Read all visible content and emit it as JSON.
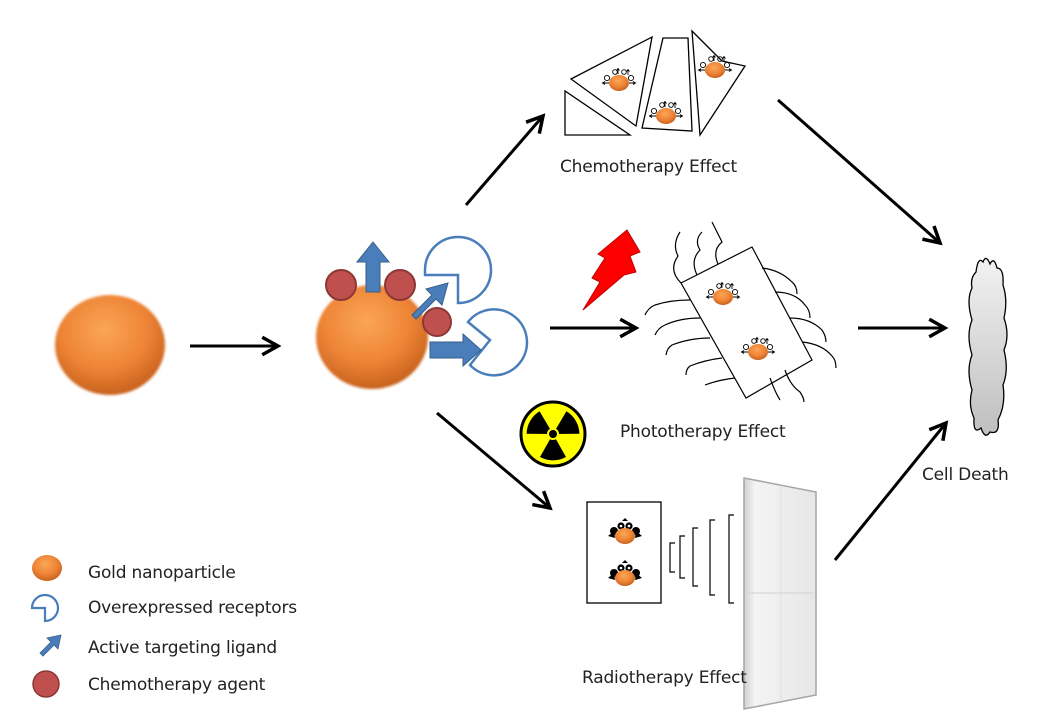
{
  "labels": {
    "chemotherapy": "Chemotherapy Effect",
    "phototherapy": "Phototherapy Effect",
    "radiotherapy": "Radiotherapy Effect",
    "cell_death": "Cell Death"
  },
  "legend": {
    "items": [
      {
        "label": "Gold nanoparticle",
        "icon": "gold-nanoparticle-icon"
      },
      {
        "label": "Overexpressed receptors",
        "icon": "receptor-icon"
      },
      {
        "label": "Active targeting ligand",
        "icon": "ligand-arrow-icon"
      },
      {
        "label": "Chemotherapy agent",
        "icon": "chemo-agent-icon"
      }
    ]
  },
  "colors": {
    "gold": "#F0883A",
    "gold_dark": "#C8621E",
    "ligand": "#4A7EBB",
    "receptor": "#4A7EBB",
    "chemo_agent": "#C0504D",
    "chemo_agent_border": "#8C3836",
    "lightning": "#FF0000",
    "radiation": "#FFFF00",
    "cell_death_fill": "#D9D9D9"
  }
}
